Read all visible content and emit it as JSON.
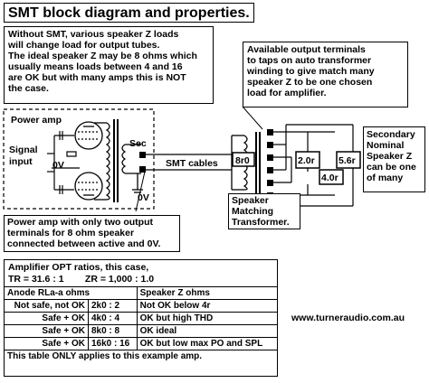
{
  "title": "SMT block diagram and properties.",
  "intro_text": "Without SMT, various speaker Z loads\nwill change load for output tubes.\nThe ideal speaker Z may be 8 ohms which\nusually means loads between 4 and 16\nare OK but with many amps this is NOT\nthe case.",
  "terminals_text": "Available output terminals\nto taps on auto transformer\nwinding to give match many\nspeaker Z to be one chosen\nload for amplifier.",
  "secondary_text": "Secondary\nNominal\nSpeaker Z\ncan be one\nof many",
  "amp_caption": "Power amp with only two output\nterminals for 8 ohm speaker\nconnected between active and 0V.",
  "smt_caption": "Speaker\nMatching\nTransformer.",
  "diagram": {
    "power_amp": "Power amp",
    "signal_input": "Signal\ninput",
    "ov_input": "0V",
    "sec": "Sec",
    "ov_output": "0V",
    "smt_cables": "SMT cables",
    "tap_8": "8r0",
    "tap_2": "2.0r",
    "tap_4": "4.0r",
    "tap_56": "5.6r"
  },
  "table": {
    "opt_line": "Amplifier OPT ratios, this case,",
    "tr_line": "TR = 31.6 : 1        ZR = 1,000 : 1.0",
    "col_anode": "Anode RLa-a  ohms",
    "col_speaker": "Speaker  Z  ohms",
    "rows": [
      {
        "status": "Not safe, not OK",
        "ratio": "2k0 : 2",
        "note": "Not OK below 4r"
      },
      {
        "status": "Safe + OK",
        "ratio": "4k0 : 4",
        "note": "OK but high THD"
      },
      {
        "status": "Safe + OK",
        "ratio": "8k0 : 8",
        "note": "OK ideal"
      },
      {
        "status": "Safe + OK",
        "ratio": "16k0 : 16",
        "note": "OK but low max PO and  SPL"
      }
    ],
    "footer": "This table ONLY applies to this example amp."
  },
  "website": "www.turneraudio.com.au"
}
